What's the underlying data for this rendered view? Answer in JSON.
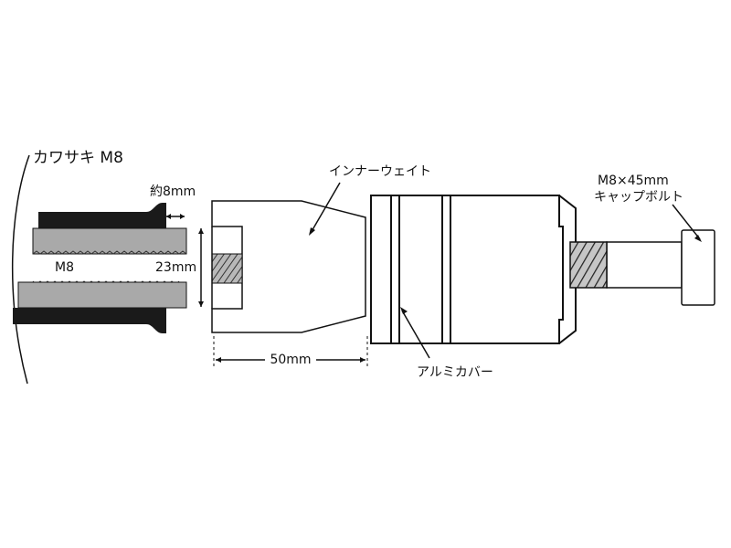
{
  "diagram": {
    "title": "カワサキ M8",
    "labels": {
      "thread_depth": "約8mm",
      "thread_size": "M8",
      "bore_diameter": "23mm",
      "inner_weight": "インナーウェイト",
      "weight_length": "50mm",
      "aluminum_cover": "アルミカバー",
      "bolt_size": "M8×45mm",
      "cap_bolt": "キャップボルト"
    }
  }
}
